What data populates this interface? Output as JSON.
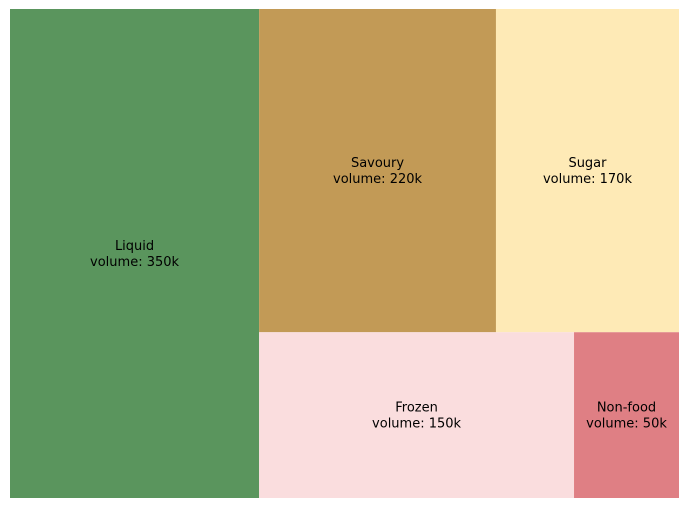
{
  "chart_data": {
    "type": "treemap",
    "title": "",
    "value_label_prefix": "volume: ",
    "value_suffix": "k",
    "cells": [
      {
        "label": "Liquid",
        "value": 350,
        "color": "#5a955d"
      },
      {
        "label": "Savoury",
        "value": 220,
        "color": "#c29a56"
      },
      {
        "label": "Sugar",
        "value": 170,
        "color": "#feeab6"
      },
      {
        "label": "Frozen",
        "value": 150,
        "color": "#faddde"
      },
      {
        "label": "Non-food",
        "value": 50,
        "color": "#df7f84"
      }
    ]
  }
}
